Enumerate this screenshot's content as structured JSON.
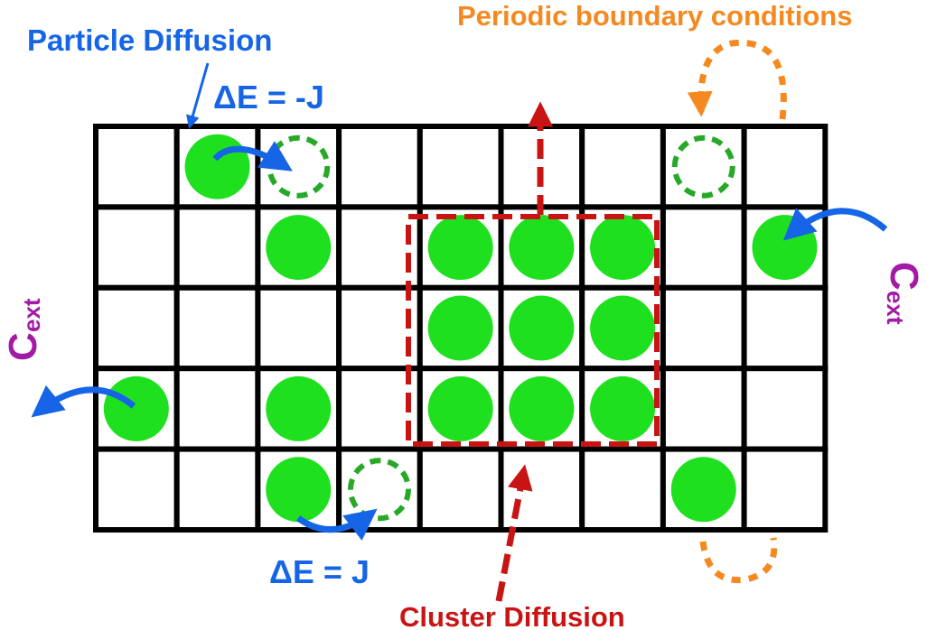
{
  "labels": {
    "particle_diffusion": "Particle Diffusion",
    "delta_e_minus": "ΔE = -J",
    "periodic_bc": "Periodic boundary conditions",
    "c_left_main": "C",
    "c_left_sub": "ext",
    "c_right_main": "C",
    "c_right_sub": "ext",
    "delta_e_plus": "ΔE = J",
    "cluster_diffusion": "Cluster Diffusion"
  },
  "colors": {
    "grid": "#000000",
    "particle": "#1fe01f",
    "vacancy_dash": "#27a827",
    "blue": "#1565e6",
    "red": "#c91414",
    "orange": "#f5891f",
    "purple": "#a21aa6"
  },
  "lattice": {
    "columns": 9,
    "rows": 5,
    "particles": [
      {
        "col": 1,
        "row": 0
      },
      {
        "col": 2,
        "row": 1
      },
      {
        "col": 4,
        "row": 1
      },
      {
        "col": 5,
        "row": 1
      },
      {
        "col": 6,
        "row": 1
      },
      {
        "col": 8,
        "row": 1
      },
      {
        "col": 4,
        "row": 2
      },
      {
        "col": 5,
        "row": 2
      },
      {
        "col": 6,
        "row": 2
      },
      {
        "col": 0,
        "row": 3
      },
      {
        "col": 2,
        "row": 3
      },
      {
        "col": 4,
        "row": 3
      },
      {
        "col": 5,
        "row": 3
      },
      {
        "col": 6,
        "row": 3
      },
      {
        "col": 2,
        "row": 4
      },
      {
        "col": 7,
        "row": 4
      }
    ],
    "vacancies": [
      {
        "col": 2,
        "row": 0
      },
      {
        "col": 7,
        "row": 0
      },
      {
        "col": 3,
        "row": 4
      }
    ]
  }
}
